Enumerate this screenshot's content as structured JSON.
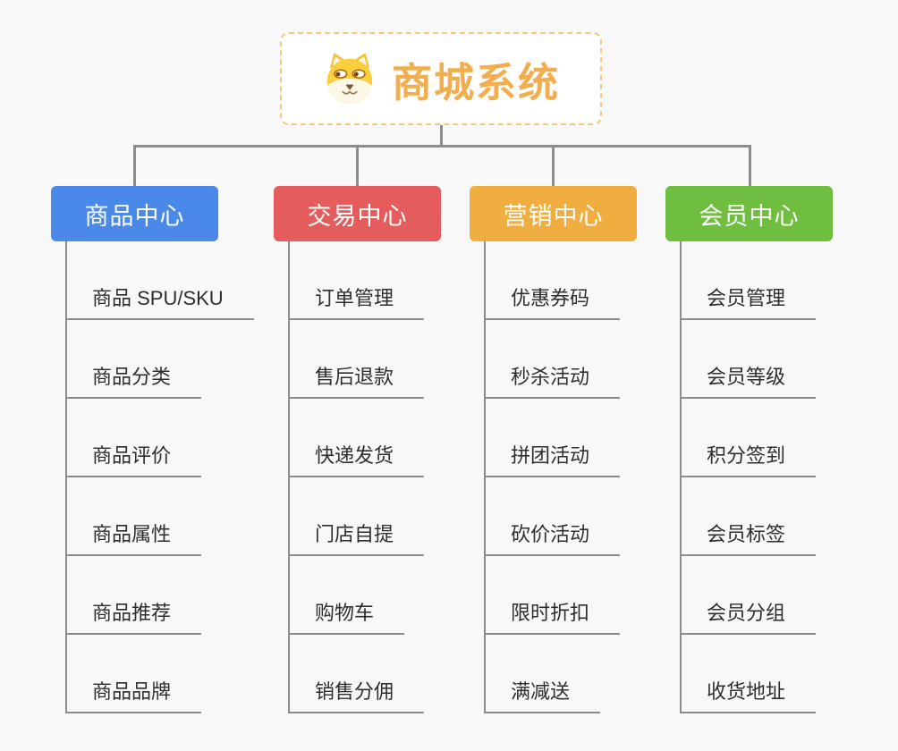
{
  "root": {
    "title": "商城系统",
    "icon": "shiba-dog-icon"
  },
  "branches": [
    {
      "label": "商品中心",
      "color": "#4a89e8",
      "children": [
        "商品 SPU/SKU",
        "商品分类",
        "商品评价",
        "商品属性",
        "商品推荐",
        "商品品牌"
      ]
    },
    {
      "label": "交易中心",
      "color": "#e55c5c",
      "children": [
        "订单管理",
        "售后退款",
        "快递发货",
        "门店自提",
        "购物车",
        "销售分佣"
      ]
    },
    {
      "label": "营销中心",
      "color": "#efae3f",
      "children": [
        "优惠券码",
        "秒杀活动",
        "拼团活动",
        "砍价活动",
        "限时折扣",
        "满减送"
      ]
    },
    {
      "label": "会员中心",
      "color": "#6fbe40",
      "children": [
        "会员管理",
        "会员等级",
        "积分签到",
        "会员标签",
        "会员分组",
        "收货地址"
      ]
    }
  ],
  "colors": {
    "background": "#f8f8f8",
    "connector": "#8c8c8c",
    "root_accent": "#f2ad4e",
    "root_border": "#f6c77d",
    "item_text": "#2e2e2e"
  }
}
